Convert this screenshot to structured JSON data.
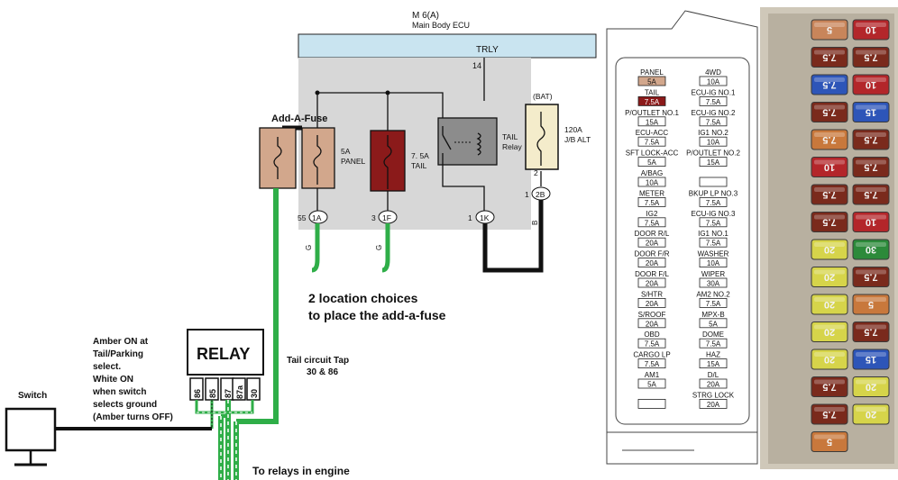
{
  "ecu": {
    "title": "M 6(A)",
    "subtitle": "Main Body ECU",
    "bus_label": "TRLY",
    "pin_trly": "14"
  },
  "add_a_fuse_label": "Add-A-Fuse",
  "fuses": {
    "panel": {
      "rating": "5A",
      "name": "PANEL"
    },
    "tail": {
      "rating": "7. 5A",
      "name": "TAIL"
    },
    "relay": {
      "name1": "TAIL",
      "name2": "Relay"
    },
    "alt": {
      "tag": "(BAT)",
      "rating": "120A",
      "name": "J/B ALT"
    }
  },
  "connectors": [
    {
      "pin": "55",
      "id": "1A",
      "wire": "G"
    },
    {
      "pin": "3",
      "id": "1F",
      "wire": "G"
    },
    {
      "pin": "1",
      "id": "1K",
      "wire": ""
    },
    {
      "pin": "1",
      "id": "2B",
      "wire": "B",
      "top_pin": "2"
    }
  ],
  "notes": {
    "choices_line1": "2 location choices",
    "choices_line2": "to place the add-a-fuse",
    "tail_tap_line1": "Tail circuit Tap",
    "tail_tap_line2": "30 & 86",
    "to_relays": "To relays in engine",
    "amber_lines": [
      "Amber ON at",
      "Tail/Parking",
      "select.",
      "White ON",
      "when switch",
      "selects ground",
      "(Amber turns OFF)"
    ],
    "switch": "Switch"
  },
  "relay": {
    "label": "RELAY",
    "pins": [
      "86",
      "85",
      "87",
      "87a",
      "30"
    ]
  },
  "fuse_box": {
    "left": [
      {
        "name": "PANEL",
        "rating": "5A"
      },
      {
        "name": "TAIL",
        "rating": "7.5A"
      },
      {
        "name": "P/OUTLET NO.1",
        "rating": "15A"
      },
      {
        "name": "ECU-ACC",
        "rating": "7.5A"
      },
      {
        "name": "SFT LOCK-ACC",
        "rating": "5A"
      },
      {
        "name": "A/BAG",
        "rating": "10A"
      },
      {
        "name": "METER",
        "rating": "7.5A"
      },
      {
        "name": "IG2",
        "rating": "7.5A"
      },
      {
        "name": "DOOR R/L",
        "rating": "20A"
      },
      {
        "name": "DOOR F/R",
        "rating": "20A"
      },
      {
        "name": "DOOR F/L",
        "rating": "20A"
      },
      {
        "name": "S/HTR",
        "rating": "20A"
      },
      {
        "name": "S/ROOF",
        "rating": "20A"
      },
      {
        "name": "OBD",
        "rating": "7.5A"
      },
      {
        "name": "CARGO LP",
        "rating": "7.5A"
      },
      {
        "name": "AM1",
        "rating": "5A"
      },
      {
        "name": "",
        "rating": ""
      }
    ],
    "right": [
      {
        "name": "4WD",
        "rating": "10A"
      },
      {
        "name": "ECU-IG NO.1",
        "rating": "7.5A"
      },
      {
        "name": "ECU-IG NO.2",
        "rating": "7.5A"
      },
      {
        "name": "IG1 NO.2",
        "rating": "10A"
      },
      {
        "name": "P/OUTLET NO.2",
        "rating": "15A"
      },
      {
        "name": "",
        "rating": ""
      },
      {
        "name": "BKUP LP NO.3",
        "rating": "7.5A"
      },
      {
        "name": "ECU-IG NO.3",
        "rating": "7.5A"
      },
      {
        "name": "IG1 NO.1",
        "rating": "7.5A"
      },
      {
        "name": "WASHER",
        "rating": "10A"
      },
      {
        "name": "WIPER",
        "rating": "30A"
      },
      {
        "name": "AM2 NO.2",
        "rating": "7.5A"
      },
      {
        "name": "MPX-B",
        "rating": "5A"
      },
      {
        "name": "DOME",
        "rating": "7.5A"
      },
      {
        "name": "HAZ",
        "rating": "15A"
      },
      {
        "name": "D/L",
        "rating": "20A"
      },
      {
        "name": "STRG LOCK",
        "rating": "20A"
      }
    ],
    "highlight_colors": {
      "panel": "#d2a78c",
      "tail": "#8b1a1a"
    }
  },
  "photo_fuses": {
    "left": [
      {
        "label": "5",
        "color": "#c8855a"
      },
      {
        "label": "7.5",
        "color": "#7a2a1c"
      },
      {
        "label": "7.5",
        "color": "#2d55b8"
      },
      {
        "label": "7.5",
        "color": "#7a2a1c"
      },
      {
        "label": "7.5",
        "color": "#c8783c"
      },
      {
        "label": "10",
        "color": "#b3262a"
      },
      {
        "label": "7.5",
        "color": "#7a2a1c"
      },
      {
        "label": "7.5",
        "color": "#7a2a1c"
      },
      {
        "label": "20",
        "color": "#d6d44a"
      },
      {
        "label": "20",
        "color": "#d6d44a"
      },
      {
        "label": "20",
        "color": "#d6d44a"
      },
      {
        "label": "20",
        "color": "#d6d44a"
      },
      {
        "label": "20",
        "color": "#d6d44a"
      },
      {
        "label": "7.5",
        "color": "#7a2a1c"
      },
      {
        "label": "7.5",
        "color": "#7a2a1c"
      },
      {
        "label": "5",
        "color": "#c8783c"
      }
    ],
    "right": [
      {
        "label": "10",
        "color": "#b3262a"
      },
      {
        "label": "7.5",
        "color": "#7a2a1c"
      },
      {
        "label": "10",
        "color": "#b3262a"
      },
      {
        "label": "15",
        "color": "#2d55b8"
      },
      {
        "label": "7.5",
        "color": "#7a2a1c"
      },
      {
        "label": "7.5",
        "color": "#7a2a1c"
      },
      {
        "label": "7.5",
        "color": "#7a2a1c"
      },
      {
        "label": "10",
        "color": "#b3262a"
      },
      {
        "label": "30",
        "color": "#2c8a3a"
      },
      {
        "label": "7.5",
        "color": "#7a2a1c"
      },
      {
        "label": "5",
        "color": "#c8783c"
      },
      {
        "label": "7.5",
        "color": "#7a2a1c"
      },
      {
        "label": "15",
        "color": "#2d55b8"
      },
      {
        "label": "20",
        "color": "#d6d44a"
      },
      {
        "label": "20",
        "color": "#d6d44a"
      }
    ]
  }
}
